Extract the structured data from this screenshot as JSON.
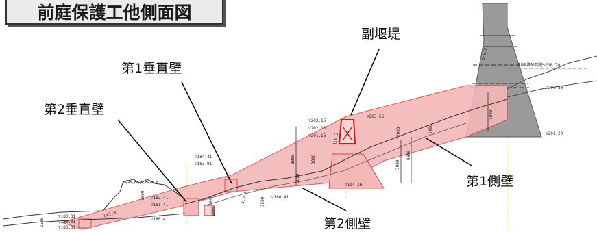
{
  "title": "前庭保護工他側面図",
  "callouts": {
    "fukuentei": "副堰堤",
    "suichoku1": "第1垂直壁",
    "suichoku2": "第2垂直壁",
    "sokuheki1": "第1側壁",
    "sokuheki2": "第2側壁"
  },
  "elevations": {
    "e203_56": "▽203.56",
    "e203_16": "▽203.16",
    "e202_16": "▽202.16",
    "e201_16": "▽201.16",
    "e207_80": "▽207.80",
    "e201_20": "▽201.20",
    "e210_70": "計画堆砂勾配▽210.70",
    "e194_16": "▽194.16",
    "e184_41": "▽184.41",
    "e183_91": "▽183.91",
    "e180_41": "▽180.41",
    "e182_41": "▽182.41",
    "e181_41": "▽181.41",
    "e180_41b": "▽180.41",
    "e180_31": "▽180.31",
    "e180_01": "▽180.01",
    "e180_01b": "▽180.01"
  },
  "dimensions": {
    "d8000a": "8000",
    "d8000b": "8000",
    "d7000": "7000",
    "d9000": "9000",
    "d2000": "2000",
    "d3500": "3500",
    "d1000a": "1000",
    "d1000b": "1000",
    "d1500": "1500",
    "d1000c": "1000",
    "d1000d": "1000",
    "d1400": "1400",
    "d1000e": "1000",
    "slope1": "1:0.2",
    "slope2": "1:0.2",
    "slope3": "1:0.2",
    "slopeL": "L=1.0"
  }
}
